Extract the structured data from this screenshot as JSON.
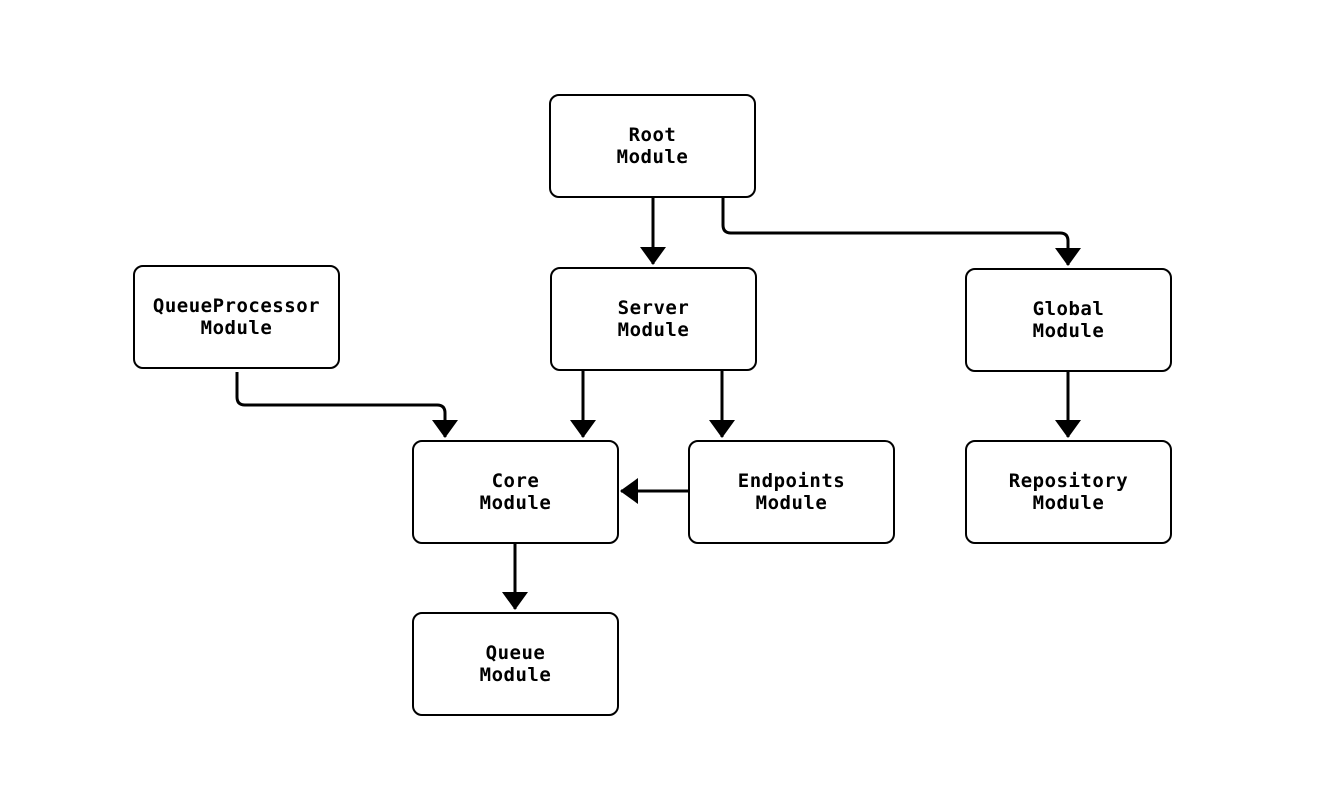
{
  "diagram": {
    "type": "module-dependency-graph",
    "colors": {
      "background": "#ffffff",
      "node_fill": "#ffffff",
      "node_border": "#000000",
      "edge": "#000000",
      "text": "#000000"
    },
    "nodes": [
      {
        "id": "root",
        "line1": "Root",
        "line2": "Module"
      },
      {
        "id": "queueprocessor",
        "line1": "QueueProcessor",
        "line2": "Module"
      },
      {
        "id": "server",
        "line1": "Server",
        "line2": "Module"
      },
      {
        "id": "global",
        "line1": "Global",
        "line2": "Module"
      },
      {
        "id": "core",
        "line1": "Core",
        "line2": "Module"
      },
      {
        "id": "endpoints",
        "line1": "Endpoints",
        "line2": "Module"
      },
      {
        "id": "repository",
        "line1": "Repository",
        "line2": "Module"
      },
      {
        "id": "queue",
        "line1": "Queue",
        "line2": "Module"
      }
    ],
    "edges": [
      {
        "from": "root",
        "to": "server"
      },
      {
        "from": "root",
        "to": "global"
      },
      {
        "from": "queueprocessor",
        "to": "core"
      },
      {
        "from": "server",
        "to": "core"
      },
      {
        "from": "server",
        "to": "endpoints"
      },
      {
        "from": "endpoints",
        "to": "core"
      },
      {
        "from": "core",
        "to": "queue"
      },
      {
        "from": "global",
        "to": "repository"
      }
    ]
  }
}
